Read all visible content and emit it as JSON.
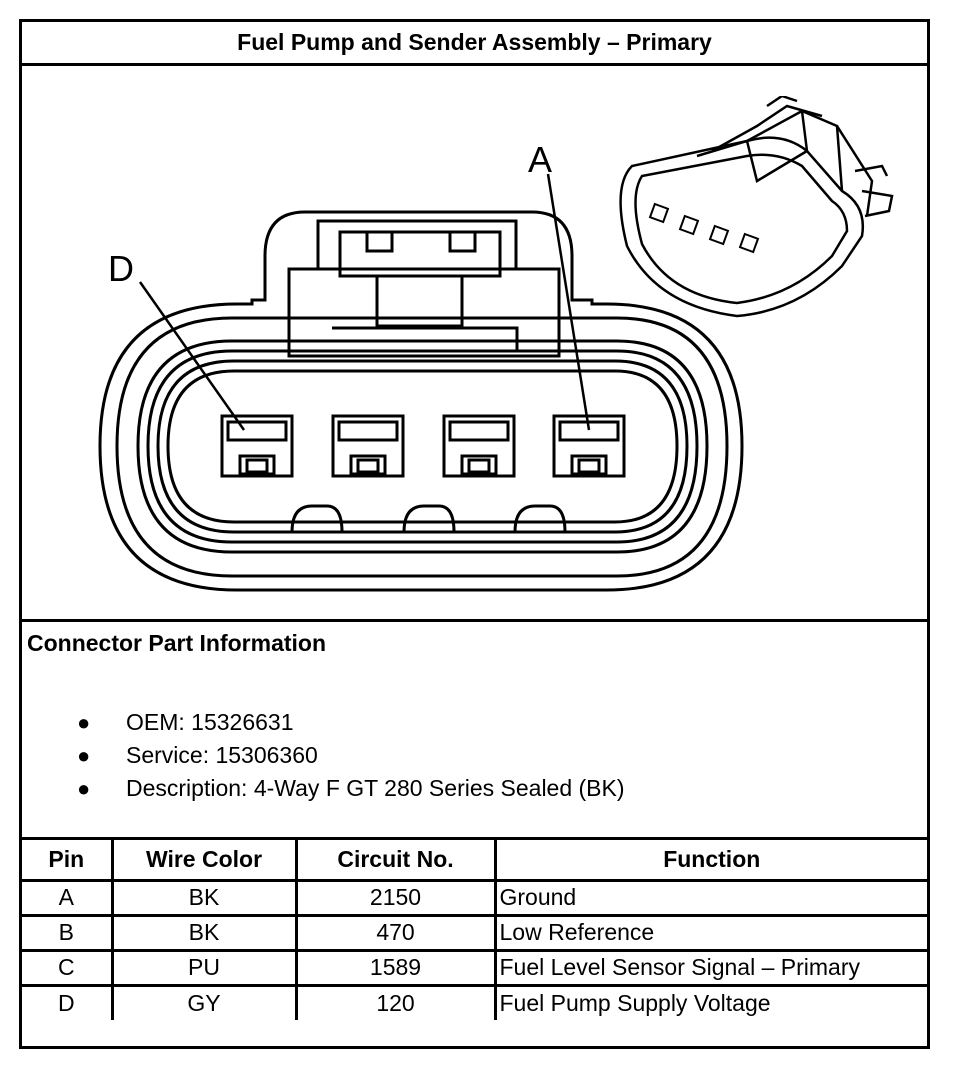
{
  "title": "Fuel Pump and Sender Assembly – Primary",
  "diagram": {
    "callouts": [
      "D",
      "A"
    ],
    "front_view_icon": "connector-face-view",
    "thumbnail_icon": "connector-isometric-view"
  },
  "part_info": {
    "heading": "Connector Part Information",
    "items": [
      "OEM: 15326631",
      "Service: 15306360",
      "Description: 4-Way F GT 280 Series Sealed (BK)"
    ]
  },
  "table": {
    "headers": [
      "Pin",
      "Wire Color",
      "Circuit No.",
      "Function"
    ],
    "rows": [
      [
        "A",
        "BK",
        "2150",
        "Ground"
      ],
      [
        "B",
        "BK",
        "470",
        "Low Reference"
      ],
      [
        "C",
        "PU",
        "1589",
        "Fuel Level Sensor Signal – Primary"
      ],
      [
        "D",
        "GY",
        "120",
        "Fuel Pump Supply Voltage"
      ]
    ]
  }
}
